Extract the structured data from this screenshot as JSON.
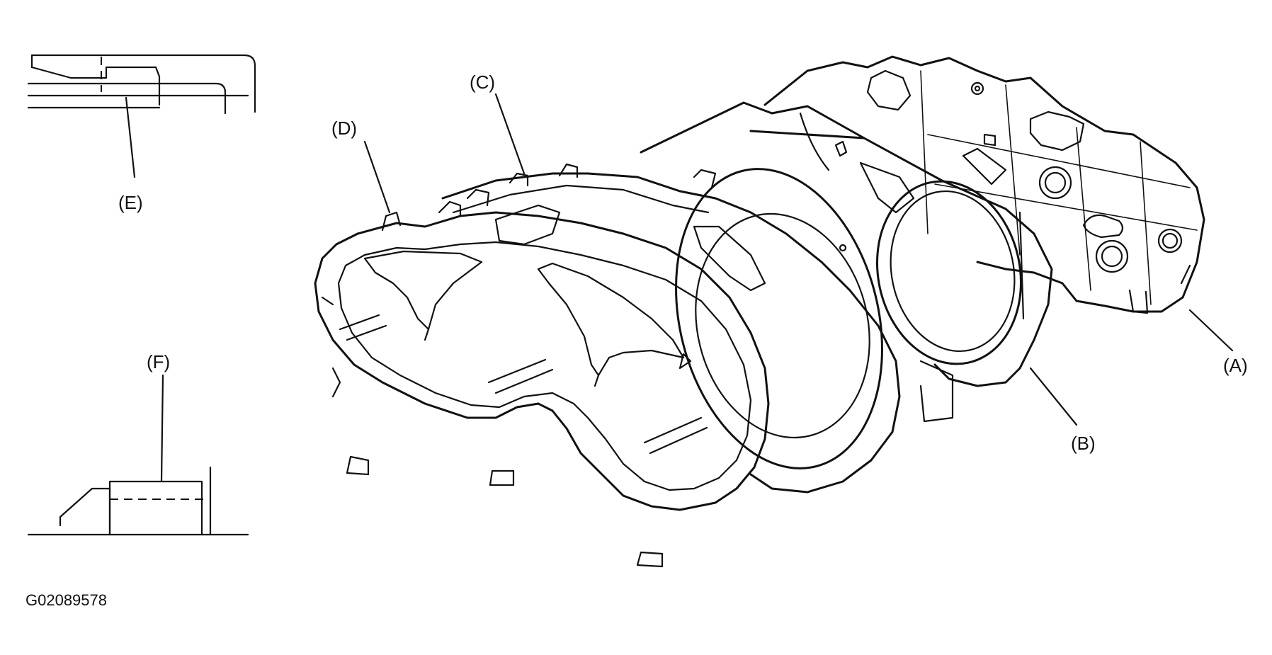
{
  "labels": {
    "a": "(A)",
    "b": "(B)",
    "c": "(C)",
    "d": "(D)",
    "e": "(E)",
    "f": "(F)"
  },
  "figure_code": "G02089578"
}
